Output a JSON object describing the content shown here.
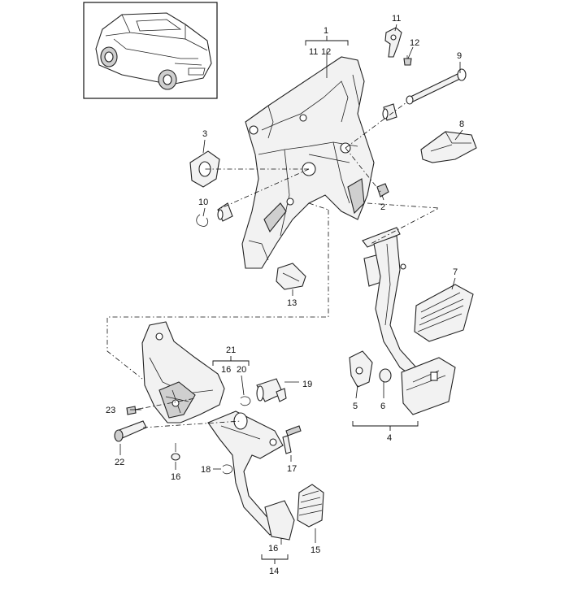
{
  "callouts": {
    "p1": "1",
    "p1_sub_a": "11",
    "p1_sub_b": "12",
    "p2": "2",
    "p3": "3",
    "p4": "4",
    "p5": "5",
    "p6": "6",
    "p7": "7",
    "p8": "8",
    "p9": "9",
    "p10": "10",
    "p11": "11",
    "p12": "12",
    "p13": "13",
    "p14": "14",
    "p14_sub": "16",
    "p15": "15",
    "p16": "16",
    "p17": "17",
    "p18": "18",
    "p19": "19",
    "p20": "20",
    "p21": "21",
    "p21_sub": "16",
    "p22": "22",
    "p23": "23"
  },
  "icons": {
    "vehicle": "suv-thumbnail-icon",
    "pedal_bracket": "pedal-bracket-icon",
    "clutch_pedal": "clutch-pedal-icon",
    "brake_pedal": "brake-pedal-icon"
  }
}
